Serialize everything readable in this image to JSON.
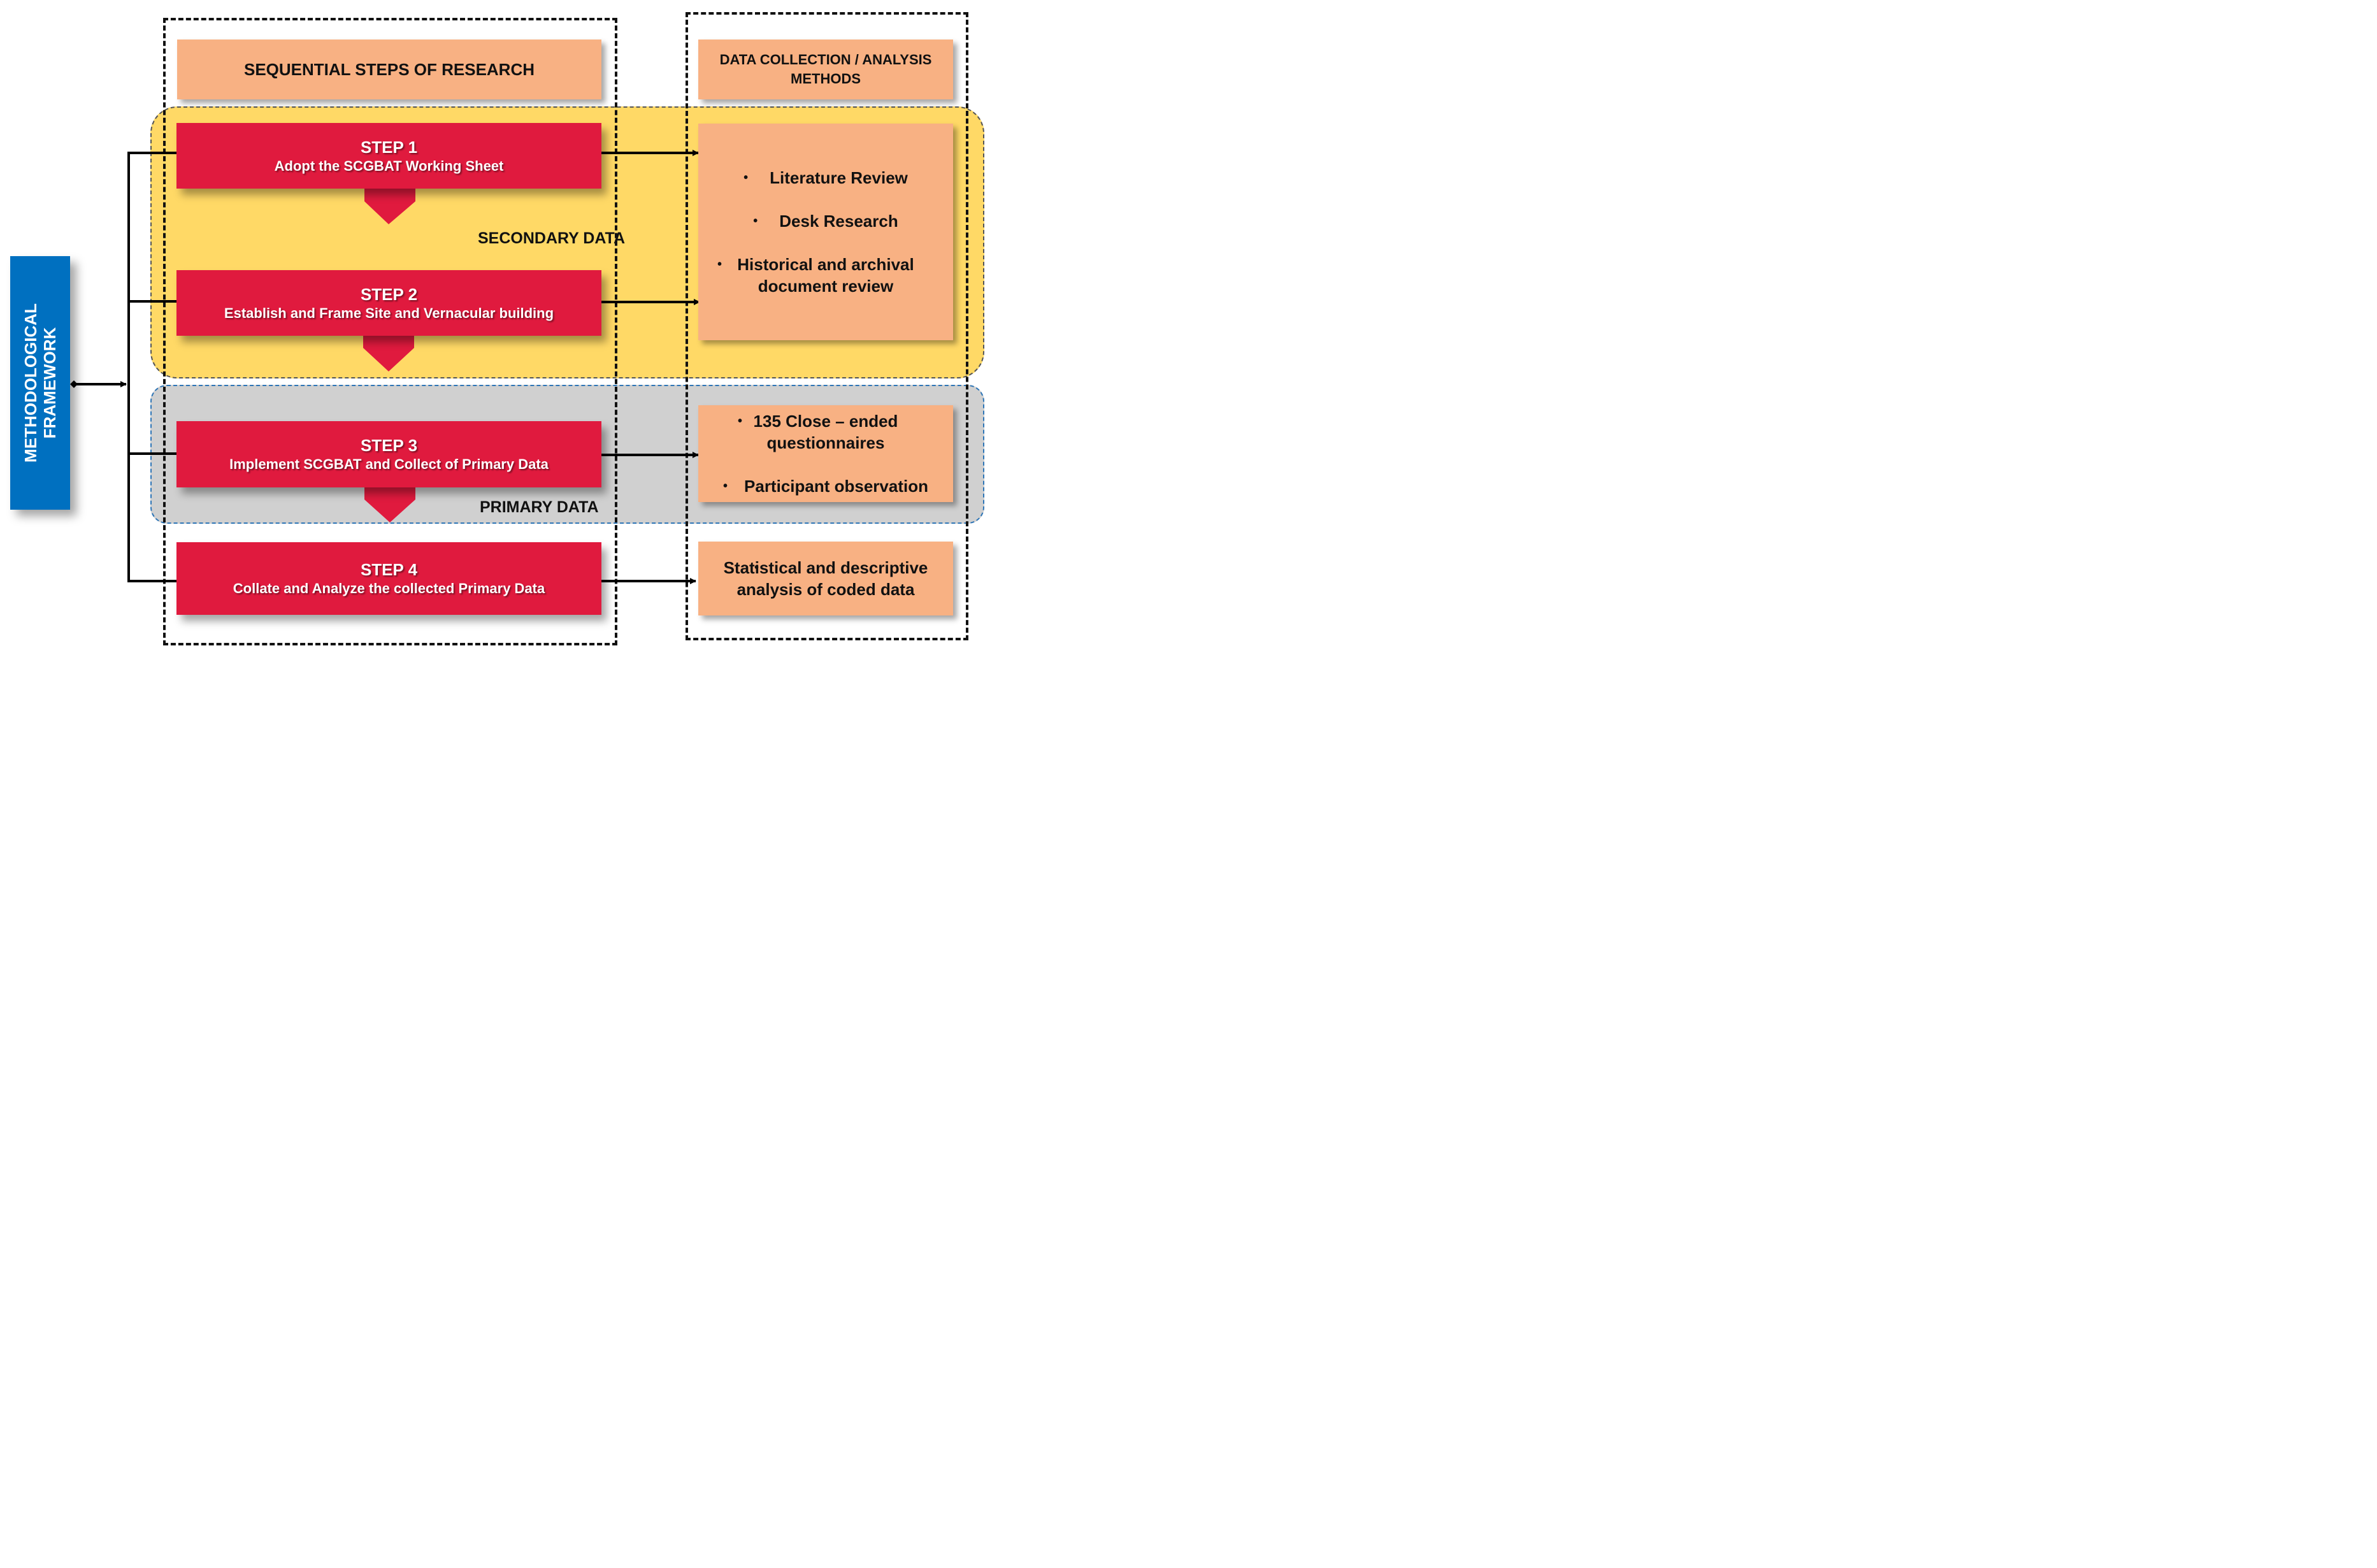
{
  "methodological_framework": [
    "METHODOLOGICAL",
    "FRAMEWORK"
  ],
  "headers": {
    "steps": "SEQUENTIAL STEPS OF RESEARCH",
    "methods": [
      "DATA COLLECTION / ANALYSIS",
      "METHODS"
    ]
  },
  "zones": {
    "secondary": "SECONDARY DATA",
    "primary": "PRIMARY DATA"
  },
  "steps": [
    {
      "title": "STEP 1",
      "desc": "Adopt the SCGBAT Working Sheet"
    },
    {
      "title": "STEP 2",
      "desc": "Establish and Frame Site and Vernacular building"
    },
    {
      "title": "STEP 3",
      "desc": "Implement SCGBAT and Collect of Primary Data"
    },
    {
      "title": "STEP 4",
      "desc": "Collate and Analyze the collected Primary Data"
    }
  ],
  "methods": {
    "secondary": [
      "Literature Review",
      "Desk Research",
      "Historical and archival document review"
    ],
    "primary": [
      "135 Close – ended questionnaires",
      "Participant observation"
    ],
    "analysis": [
      "Statistical and descriptive analysis of coded data"
    ]
  },
  "bullet_symbol": "•",
  "colors": {
    "step_red": "#e01a3e",
    "peach": "#f8b183",
    "secondary_zone": "#ffd966",
    "primary_zone": "#d0d0d0",
    "framework_blue": "#0070c0"
  }
}
